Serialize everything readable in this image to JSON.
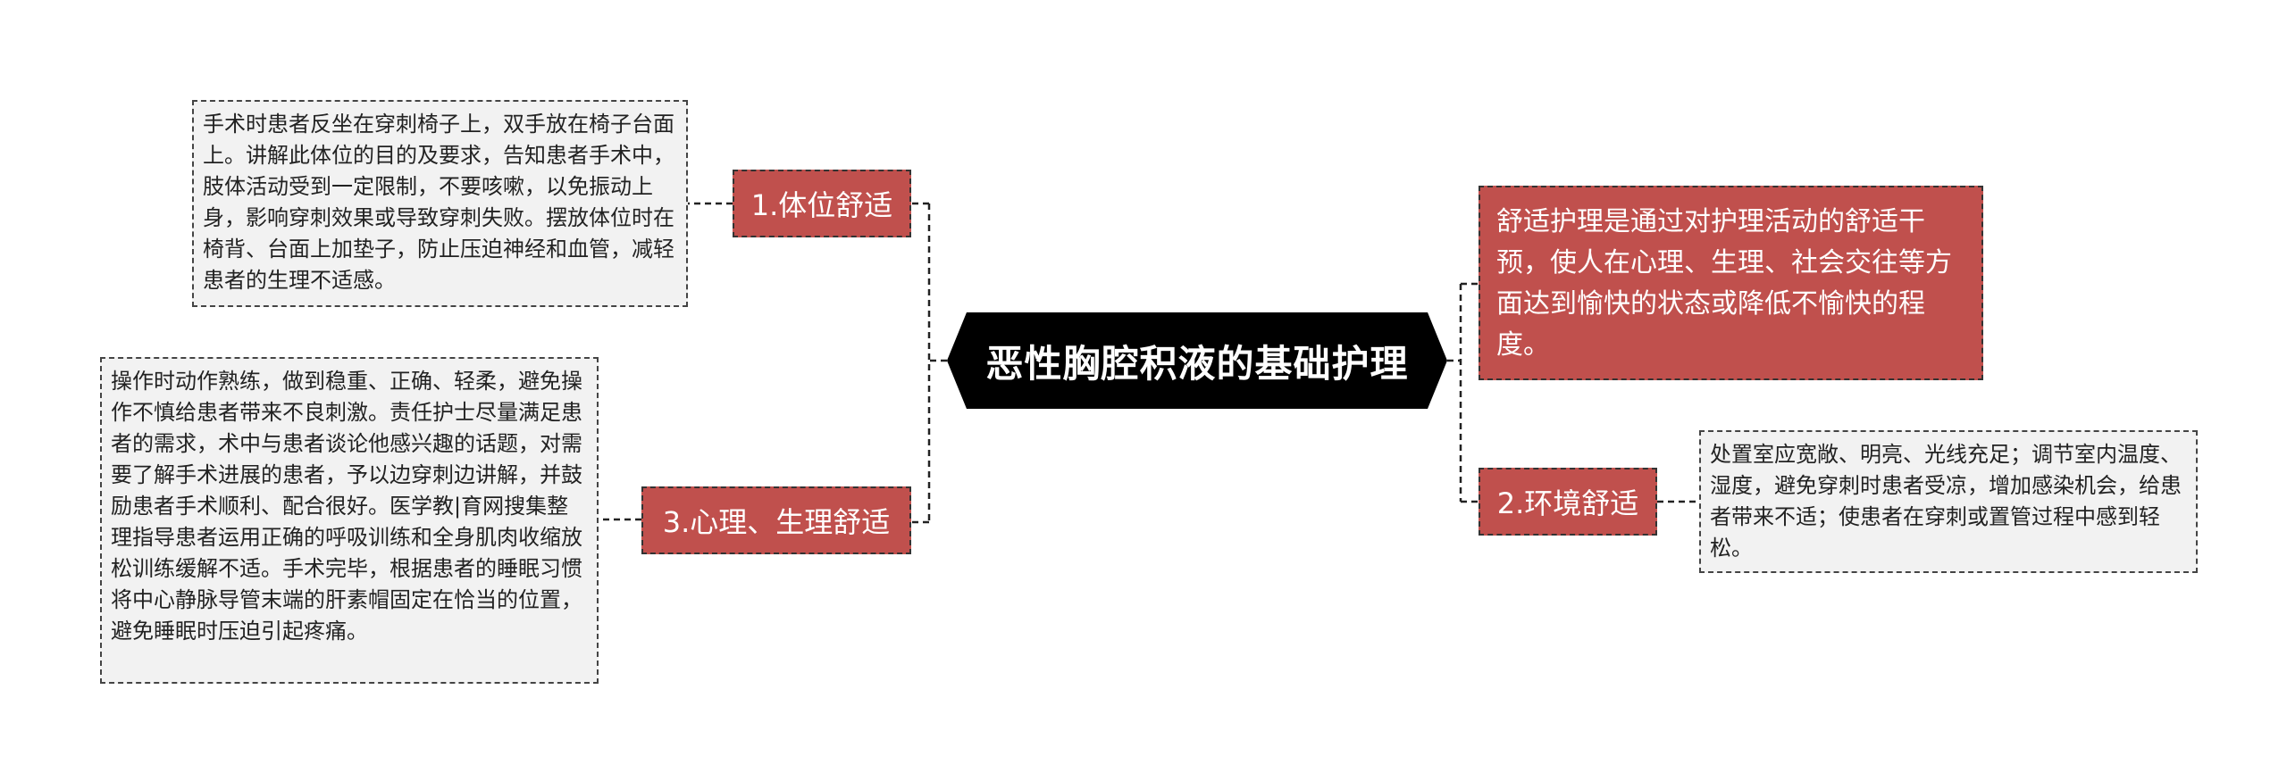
{
  "root": {
    "title": "恶性胸腔积液的基础护理"
  },
  "definition": {
    "text": "舒适护理是通过对护理活动的舒适干预，使人在心理、生理、社会交往等方面达到愉快的状态或降低不愉快的程度。"
  },
  "branches": [
    {
      "label": "1.体位舒适",
      "note": "手术时患者反坐在穿刺椅子上，双手放在椅子台面上。讲解此体位的目的及要求，告知患者手术中，肢体活动受到一定限制，不要咳嗽，以免振动上身，影响穿刺效果或导致穿刺失败。摆放体位时在椅背、台面上加垫子，防止压迫神经和血管，减轻患者的生理不适感。"
    },
    {
      "label": "2.环境舒适",
      "note": "处置室应宽敞、明亮、光线充足；调节室内温度、湿度，避免穿刺时患者受凉，增加感染机会，给患者带来不适；使患者在穿刺或置管过程中感到轻松。"
    },
    {
      "label": "3.心理、生理舒适",
      "note": "操作时动作熟练，做到稳重、正确、轻柔，避免操作不慎给患者带来不良刺激。责任护士尽量满足患者的需求，术中与患者谈论他感兴趣的话题，对需要了解手术进展的患者，予以边穿刺边讲解，并鼓励患者手术顺利、配合很好。医学教|育网搜集整理指导患者运用正确的呼吸训练和全身肌肉收缩放松训练缓解不适。手术完毕，根据患者的睡眠习惯将中心静脉导管末端的肝素帽固定在恰当的位置，避免睡眠时压迫引起疼痛。"
    }
  ]
}
